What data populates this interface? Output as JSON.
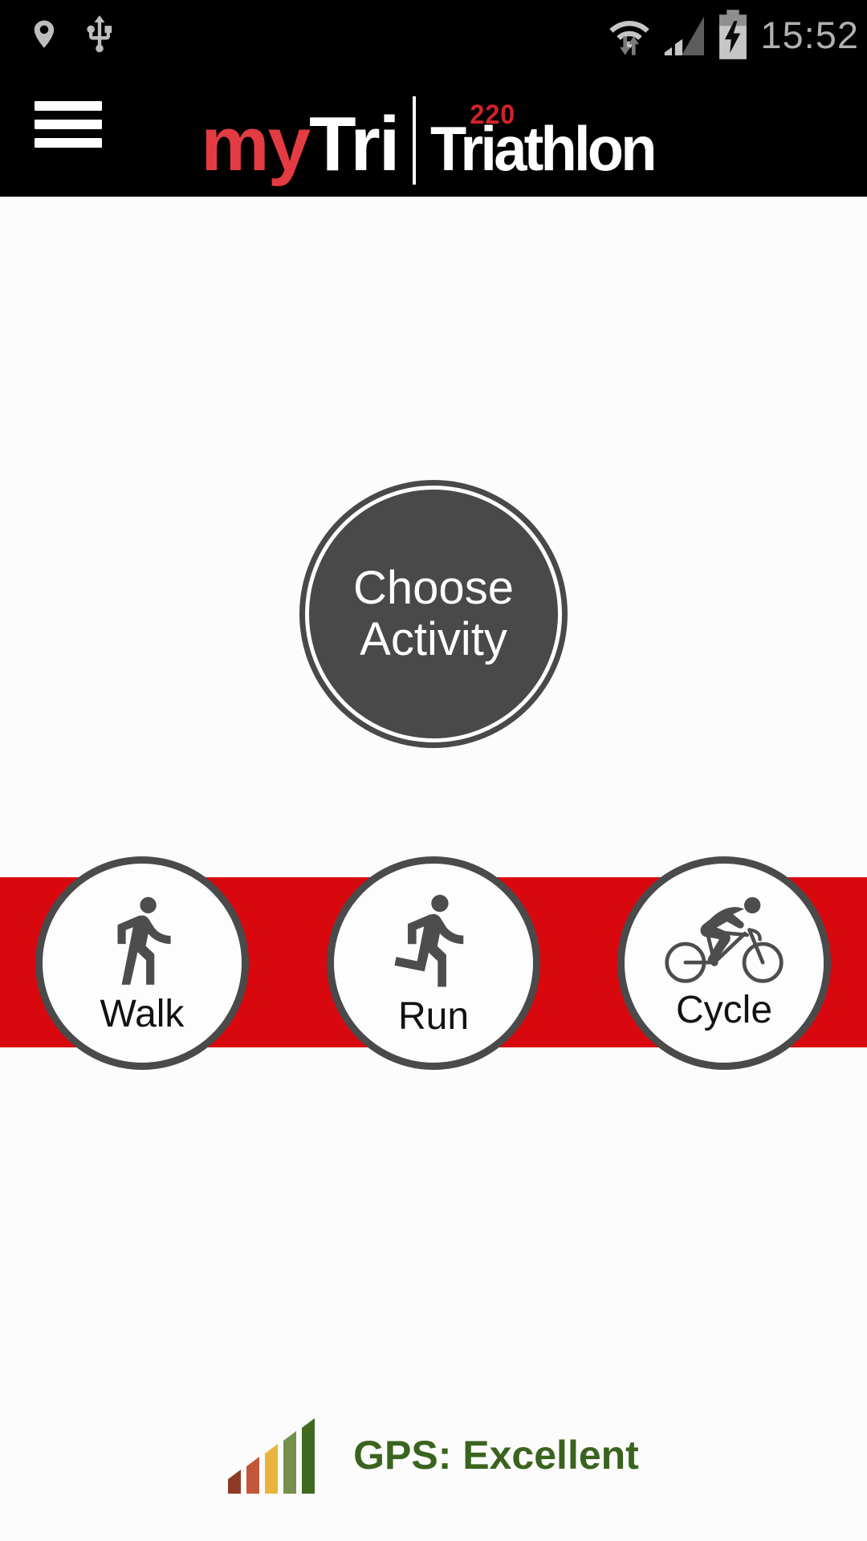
{
  "status_bar": {
    "time": "15:52",
    "icons": {
      "left": [
        "location",
        "usb"
      ],
      "right": [
        "wifi-data",
        "cell-signal",
        "battery-charging"
      ]
    }
  },
  "header": {
    "menu_icon": "hamburger",
    "logo": {
      "part1": "my",
      "part2": "Tri",
      "mag_number": "220",
      "mag_title": "Triathlon"
    }
  },
  "main": {
    "choose_button": {
      "line1": "Choose",
      "line2": "Activity"
    },
    "activities": [
      {
        "label": "Walk",
        "icon": "walk-icon"
      },
      {
        "label": "Run",
        "icon": "run-icon"
      },
      {
        "label": "Cycle",
        "icon": "cycle-icon"
      }
    ],
    "gps_status": {
      "label": "GPS: Excellent",
      "bars_shown": 5
    }
  },
  "colors": {
    "band_red": "#d9070e",
    "logo_my_red": "#e23c42",
    "logo_220_red": "#d0232a",
    "choose_circle_gray": "#494949",
    "activity_border_gray": "#4a4a4a",
    "icon_gray": "#4d4d4d",
    "gps_text_green": "#3a641e",
    "gps_bars": [
      "#8e3b26",
      "#c2573a",
      "#eab33e",
      "#74904c",
      "#3f691f"
    ]
  }
}
